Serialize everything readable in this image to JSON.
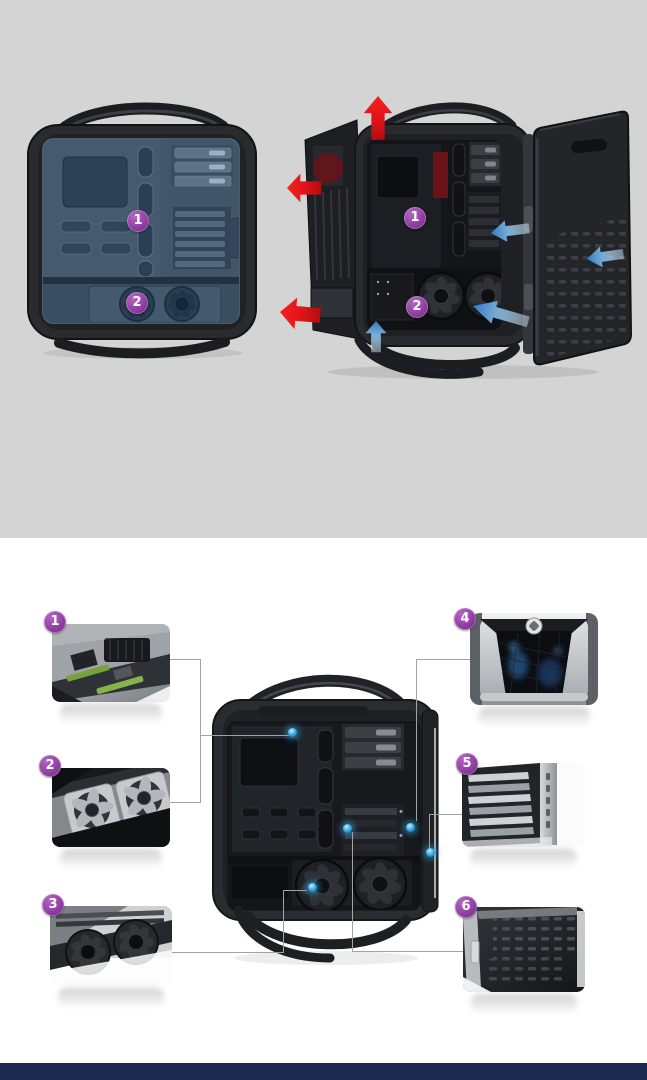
{
  "colors": {
    "top_background": "#d4d4d4",
    "bottom_background": "#ffffff",
    "footer_bar": "#1c2a52",
    "badge_purple": "#8c3a9e",
    "badge_text": "#ffffff",
    "marker_blue": "#2aa0dc",
    "exhaust_arrow_red": "#e01418",
    "intake_arrow_blue": "#3f86c6",
    "connector_line": "#a3a3a3",
    "case_interior_blue": "#3e5266"
  },
  "airflow_diagram": {
    "left_view_badges": [
      {
        "label": "1"
      },
      {
        "label": "2"
      }
    ],
    "right_view_badges": [
      {
        "label": "1"
      },
      {
        "label": "2"
      }
    ],
    "exhaust_arrows": [
      "top",
      "rear-upper",
      "rear-lower"
    ],
    "intake_arrows": [
      "bottom",
      "drive-bay",
      "door-upper",
      "door-lower"
    ]
  },
  "feature_callouts": [
    {
      "label": "1"
    },
    {
      "label": "2"
    },
    {
      "label": "3"
    },
    {
      "label": "4"
    },
    {
      "label": "5"
    },
    {
      "label": "6"
    }
  ]
}
